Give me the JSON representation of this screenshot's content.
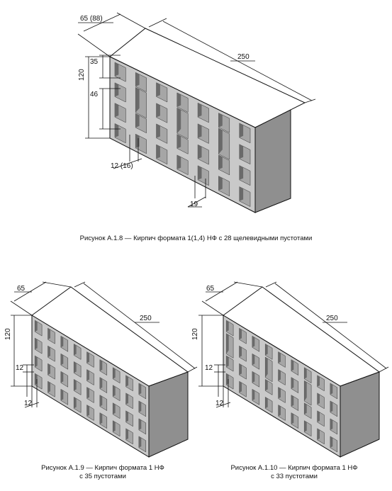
{
  "colors": {
    "front": "#c9c9c9",
    "side": "#8f8f8f",
    "top": "#ffffff",
    "void": "#6a6a6a",
    "void_light": "#a6a6a6",
    "line": "#111111"
  },
  "figures": [
    {
      "id": "a18",
      "caption": "Рисунок А.1.8 — Кирпич формата 1(1,4) НФ с 28 щелевидными пустотами",
      "dims": {
        "width_label": "65 (88)",
        "length_label": "250",
        "height_label": "120",
        "void_top_label": "35",
        "void_mid_label": "46",
        "rib_label": "12 (16)",
        "void_width_label": "19"
      }
    },
    {
      "id": "a19",
      "caption_line1": "Рисунок А.1.9 — Кирпич формата 1 НФ",
      "caption_line2": "с 35 пустотами",
      "dims": {
        "width_label": "65",
        "length_label": "250",
        "height_label": "120",
        "rib_label_a": "12",
        "rib_label_b": "12"
      }
    },
    {
      "id": "a110",
      "caption_line1": "Рисунок А.1.10 — Кирпич формата 1 НФ",
      "caption_line2": "с 33 пустотами",
      "dims": {
        "width_label": "65",
        "length_label": "250",
        "height_label": "120",
        "rib_label_a": "12",
        "rib_label_b": "12"
      }
    }
  ]
}
